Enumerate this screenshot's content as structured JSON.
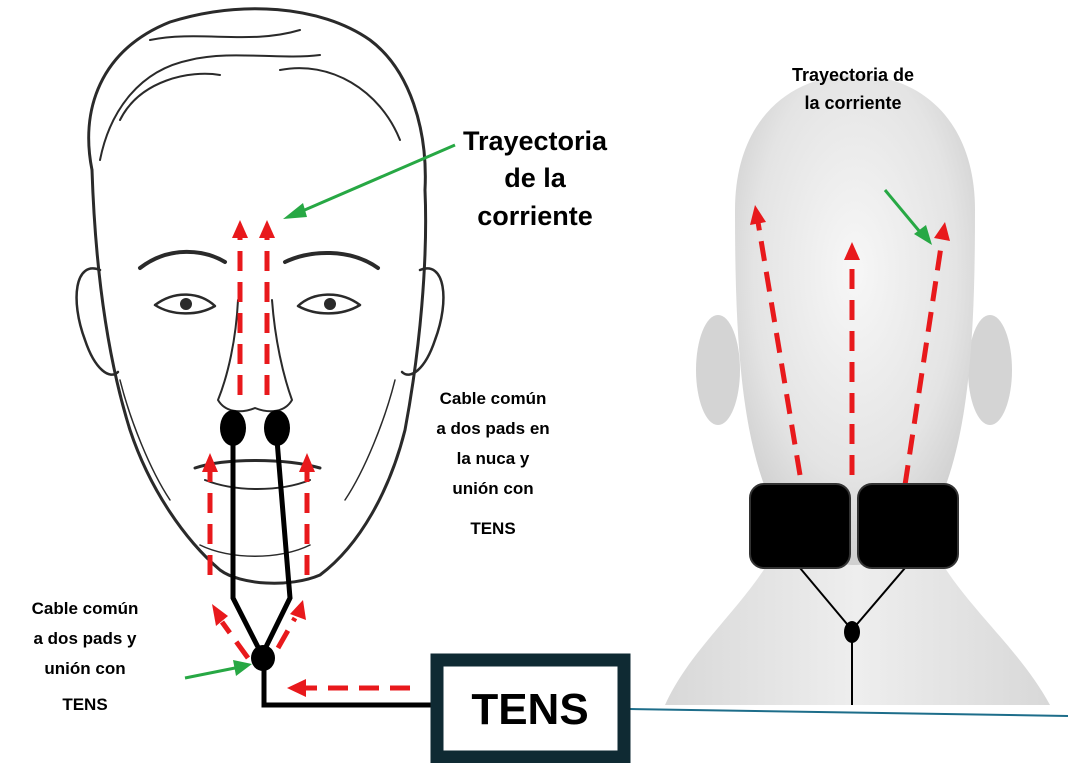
{
  "labels": {
    "face_trajectory": [
      "Trayectoria",
      "de la",
      "corriente"
    ],
    "head_trajectory": [
      "Trayectoria de",
      "la corriente"
    ],
    "neck_cable": [
      "Cable común",
      "a dos pads en",
      "la nuca y",
      "unión con",
      "TENS"
    ],
    "chin_cable": [
      "Cable común",
      "a dos pads y",
      "unión con",
      "TENS"
    ]
  },
  "device": {
    "label": "TENS"
  },
  "colors": {
    "current_arrows": "#e8191c",
    "pointer_arrows": "#27a844",
    "pads": "#000000",
    "device_border": "#0f2a33",
    "device_cable": "#1d6d8a"
  }
}
